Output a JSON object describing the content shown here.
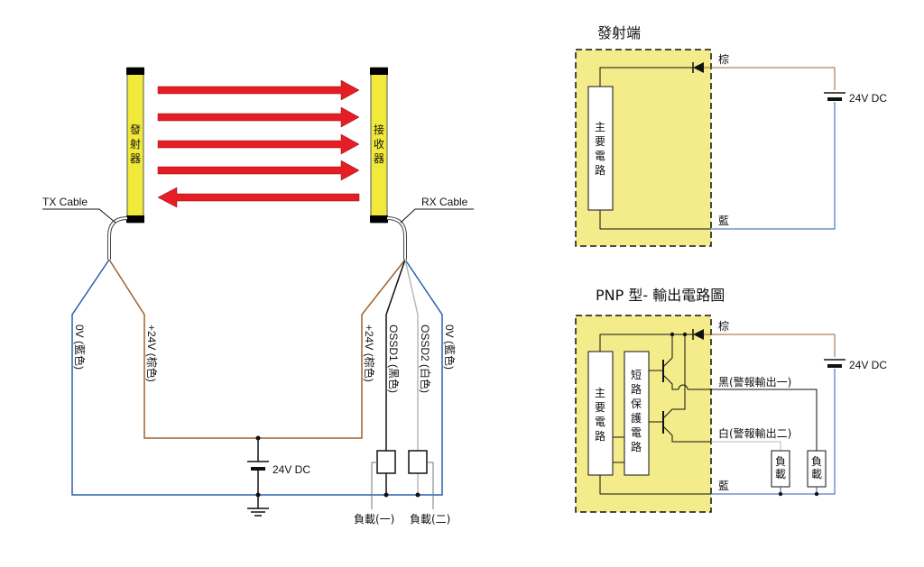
{
  "left_diagram": {
    "transmitter_label": "發射器",
    "receiver_label": "接收器",
    "tx_cable_label": "TX Cable",
    "rx_cable_label": "RX Cable",
    "beam_arrows": [
      {
        "direction": "right"
      },
      {
        "direction": "right"
      },
      {
        "direction": "right"
      },
      {
        "direction": "right"
      },
      {
        "direction": "left"
      }
    ],
    "wires": {
      "tx_0v": "0V (藍色)",
      "tx_24v": "+24V (棕色)",
      "rx_24v": "+24V (棕色)",
      "rx_ossd1": "OSSD1 (黑色)",
      "rx_ossd2": "OSSD2 (白色)",
      "rx_0v": "0V (藍色)"
    },
    "supply_label": "24V DC",
    "load1_label": "負載(一)",
    "load2_label": "負載(二)"
  },
  "transmitter_circuit": {
    "title": "發射端",
    "main_circuit_label": "主要電路",
    "brown_label": "棕",
    "blue_label": "藍",
    "supply_label": "24V DC"
  },
  "pnp_circuit": {
    "title": "PNP 型- 輸出電路圖",
    "main_circuit_label": "主要電路",
    "protection_label": "短路保護電路",
    "brown_label": "棕",
    "black_label": "黑(警報輸出一)",
    "white_label": "白(警報輸出二)",
    "blue_label": "藍",
    "supply_label": "24V DC",
    "load_label": "負載"
  },
  "colors": {
    "device_yellow": "#f2ea3a",
    "module_yellow": "#f4ec8a",
    "beam_red": "#e41e24",
    "wire_brown": "#a0622d",
    "wire_blue": "#2a5db0",
    "wire_black": "#111111",
    "wire_white": "#b8b8b8"
  }
}
